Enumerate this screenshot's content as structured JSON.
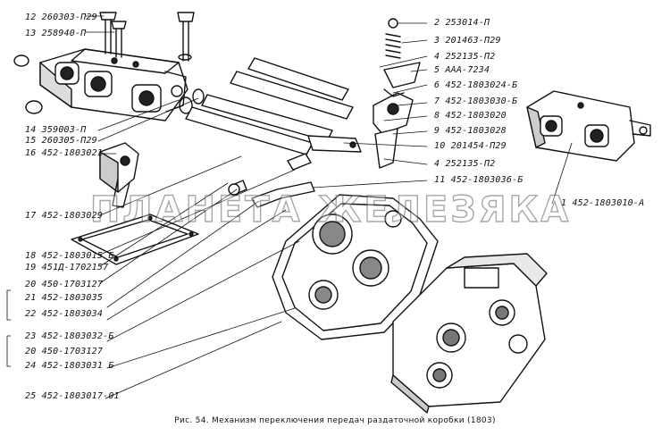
{
  "labels_left": [
    {
      "num": "12",
      "code": "260303-П29"
    },
    {
      "num": "13",
      "code": "258940-П"
    },
    {
      "num": "14",
      "code": "359003-П"
    },
    {
      "num": "15",
      "code": "260305-П29"
    },
    {
      "num": "16",
      "code": "452-1803021"
    },
    {
      "num": "17",
      "code": "452-1803029"
    },
    {
      "num": "18",
      "code": "452-1803015 Б"
    },
    {
      "num": "19",
      "code": "451Д-1702157"
    },
    {
      "num": "20",
      "code": "450-1703127"
    },
    {
      "num": "21",
      "code": "452-1803035"
    },
    {
      "num": "22",
      "code": "452-1803034"
    },
    {
      "num": "23",
      "code": "452-1803032-Б"
    },
    {
      "num": "20",
      "code": "450-1703127"
    },
    {
      "num": "24",
      "code": "452-1803031 Б"
    },
    {
      "num": "25",
      "code": "452-1803017-01"
    }
  ],
  "labels_right": [
    {
      "num": "2",
      "code": "253014-П"
    },
    {
      "num": "3",
      "code": "201463-П29"
    },
    {
      "num": "4",
      "code": "252135-П2"
    },
    {
      "num": "5",
      "code": "ААА-7234"
    },
    {
      "num": "6",
      "code": "452-1803024-Б"
    },
    {
      "num": "7",
      "code": "452-1803030-Б"
    },
    {
      "num": "8",
      "code": "452-1803020"
    },
    {
      "num": "9",
      "code": "452-1803028"
    },
    {
      "num": "10",
      "code": "201454-П29"
    },
    {
      "num": "4",
      "code": "252135-П2"
    },
    {
      "num": "11",
      "code": "452-1803036-Б"
    },
    {
      "num": "1",
      "code": "452-1803010-А"
    }
  ],
  "caption": "Рис. 54. Механизм переключения передач раздаточной коробки (1803)",
  "watermark": "ПЛАНЕТА ЖЕЛЕЗЯКА",
  "colors": {
    "ink": "#111111",
    "background": "#ffffff"
  }
}
